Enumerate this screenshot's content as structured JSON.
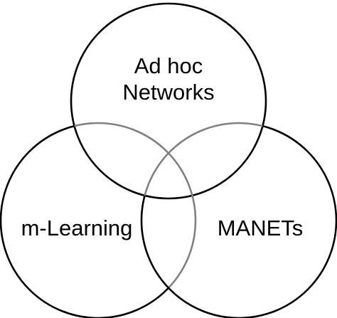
{
  "venn": {
    "sets": [
      {
        "key": "adhoc",
        "lines": [
          "Ad hoc",
          "Networks"
        ]
      },
      {
        "key": "mlearning",
        "lines": [
          "m-Learning"
        ]
      },
      {
        "key": "manets",
        "lines": [
          "MANETs"
        ]
      }
    ],
    "colors": {
      "outline": "#000000",
      "overlap_outline": "#808080",
      "background": "#ffffff"
    }
  }
}
